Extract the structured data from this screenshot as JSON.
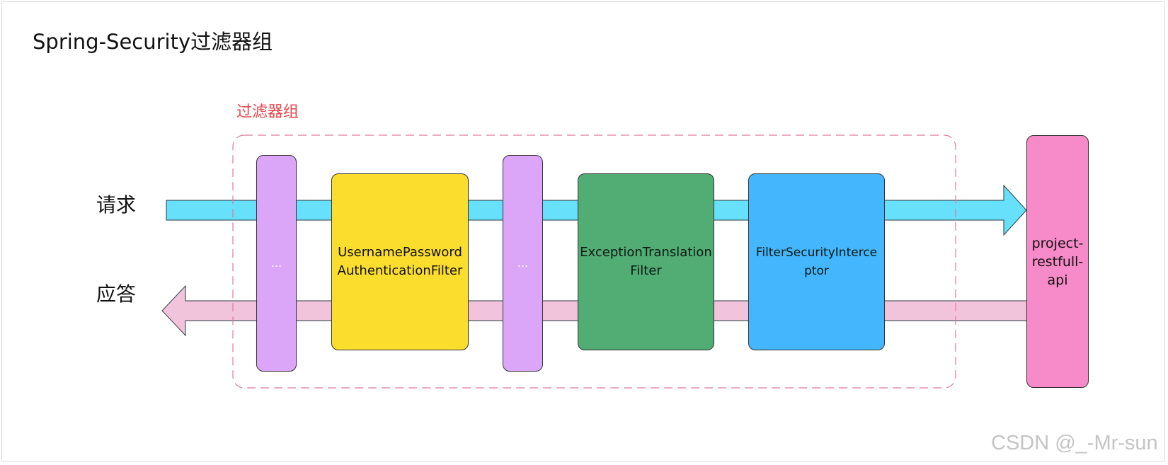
{
  "title": "Spring-Security过滤器组",
  "group_label": "过滤器组",
  "labels": {
    "request": "请求",
    "response": "应答"
  },
  "filters": {
    "ellipsis_1": "...",
    "username_password": "UsernamePassword\nAuthenticationFilter",
    "ellipsis_2": "...",
    "exception_translation": "ExceptionTranslation\nFilter",
    "filter_security_interceptor": "FilterSecurityInterce\nptor"
  },
  "target": "project-\nrestfull-\napi",
  "watermark": "CSDN @_-Mr-sun",
  "colors": {
    "request_arrow": "#66e0fb",
    "response_arrow": "#f2c4dc",
    "group_border": "#e07a9a",
    "group_label": "#e5484d",
    "ellipsis_box": "#dba6f8",
    "username_box": "#fadd2d",
    "exception_box": "#51ad74",
    "interceptor_box": "#43b6fd",
    "target_box": "#f78ac8"
  }
}
